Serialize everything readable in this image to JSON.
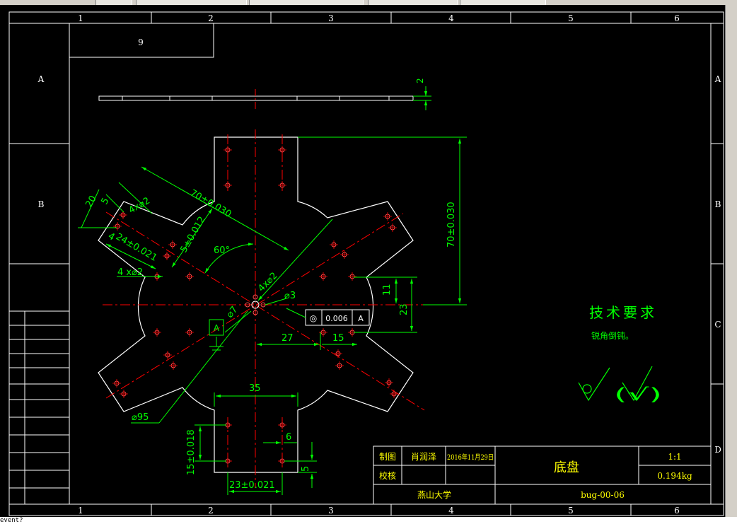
{
  "window": {
    "command_line_text": "event?"
  },
  "drawing": {
    "zone_columns": [
      "1",
      "2",
      "3",
      "4",
      "5",
      "6"
    ],
    "zone_rows": [
      "A",
      "B",
      "C",
      "D"
    ],
    "drawing_number_box": "9",
    "dimensions": {
      "plate_thickness": "2",
      "arm_length": "70±0.030",
      "arm_length_diag": "70±0.030",
      "dim_20": "20",
      "dim_5a": "5",
      "dim_4x_d2_top": "4x⌀2",
      "dim_4": "4",
      "dim_24": "24±0.021",
      "dim_5b": "5±0.012",
      "angle_60": "60°",
      "dim_4x_d2_left": "4 x⌀2",
      "center_4x_d2": "4x⌀2",
      "center_d3": "⌀3",
      "center_d7": "⌀7",
      "dim_11": "11",
      "dim_23_right": "23",
      "dim_27": "27",
      "dim_15_h": "15",
      "dim_35": "35",
      "dim_6": "6",
      "dim_15_v": "15±0.018",
      "dim_5_v": "5",
      "dim_23_bottom": "23±0.021",
      "dim_d95": "⌀95"
    },
    "tolerance_frame": {
      "symbol": "◎",
      "value": "0.006",
      "datum": "A"
    },
    "datum_label": "A",
    "technical_requirements": {
      "title": "技术要求",
      "text": "锐角倒钝。"
    },
    "surface_finish": "(√)",
    "title_block": {
      "drawn_label": "制图",
      "drawn_name": "肖润泽",
      "date": "2016年11月29日",
      "checked_label": "校核",
      "part_name": "底盘",
      "scale": "1:1",
      "mass": "0.194kg",
      "school": "燕山大学",
      "drawing_code": "bug-00-06"
    }
  },
  "colors": {
    "background": "#000000",
    "border": "#ffffff",
    "outline": "#ffffff",
    "center_line": "#ff0000",
    "dimension": "#00ff00",
    "title_text": "#ffff00"
  }
}
